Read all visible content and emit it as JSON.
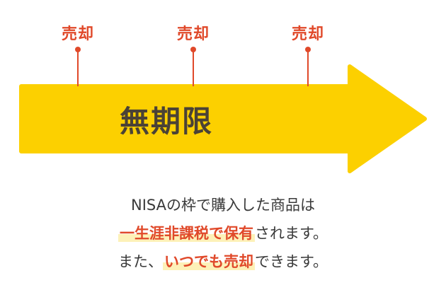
{
  "colors": {
    "arrow": "#FCD000",
    "accent": "#E0492A",
    "highlight": "#FDF1B8",
    "title_text": "#4A4236",
    "body_text": "#3A3A3A"
  },
  "markers": [
    {
      "label": "売却"
    },
    {
      "label": "売却"
    },
    {
      "label": "売却"
    }
  ],
  "arrow": {
    "label": "無期限"
  },
  "caption": {
    "line1": "NISAの枠で購入した商品は",
    "line2_highlight": "一生涯非課税で保有",
    "line2_rest": "されます。",
    "line3_start": "また、",
    "line3_highlight": "いつでも売却",
    "line3_rest": "できます。"
  }
}
